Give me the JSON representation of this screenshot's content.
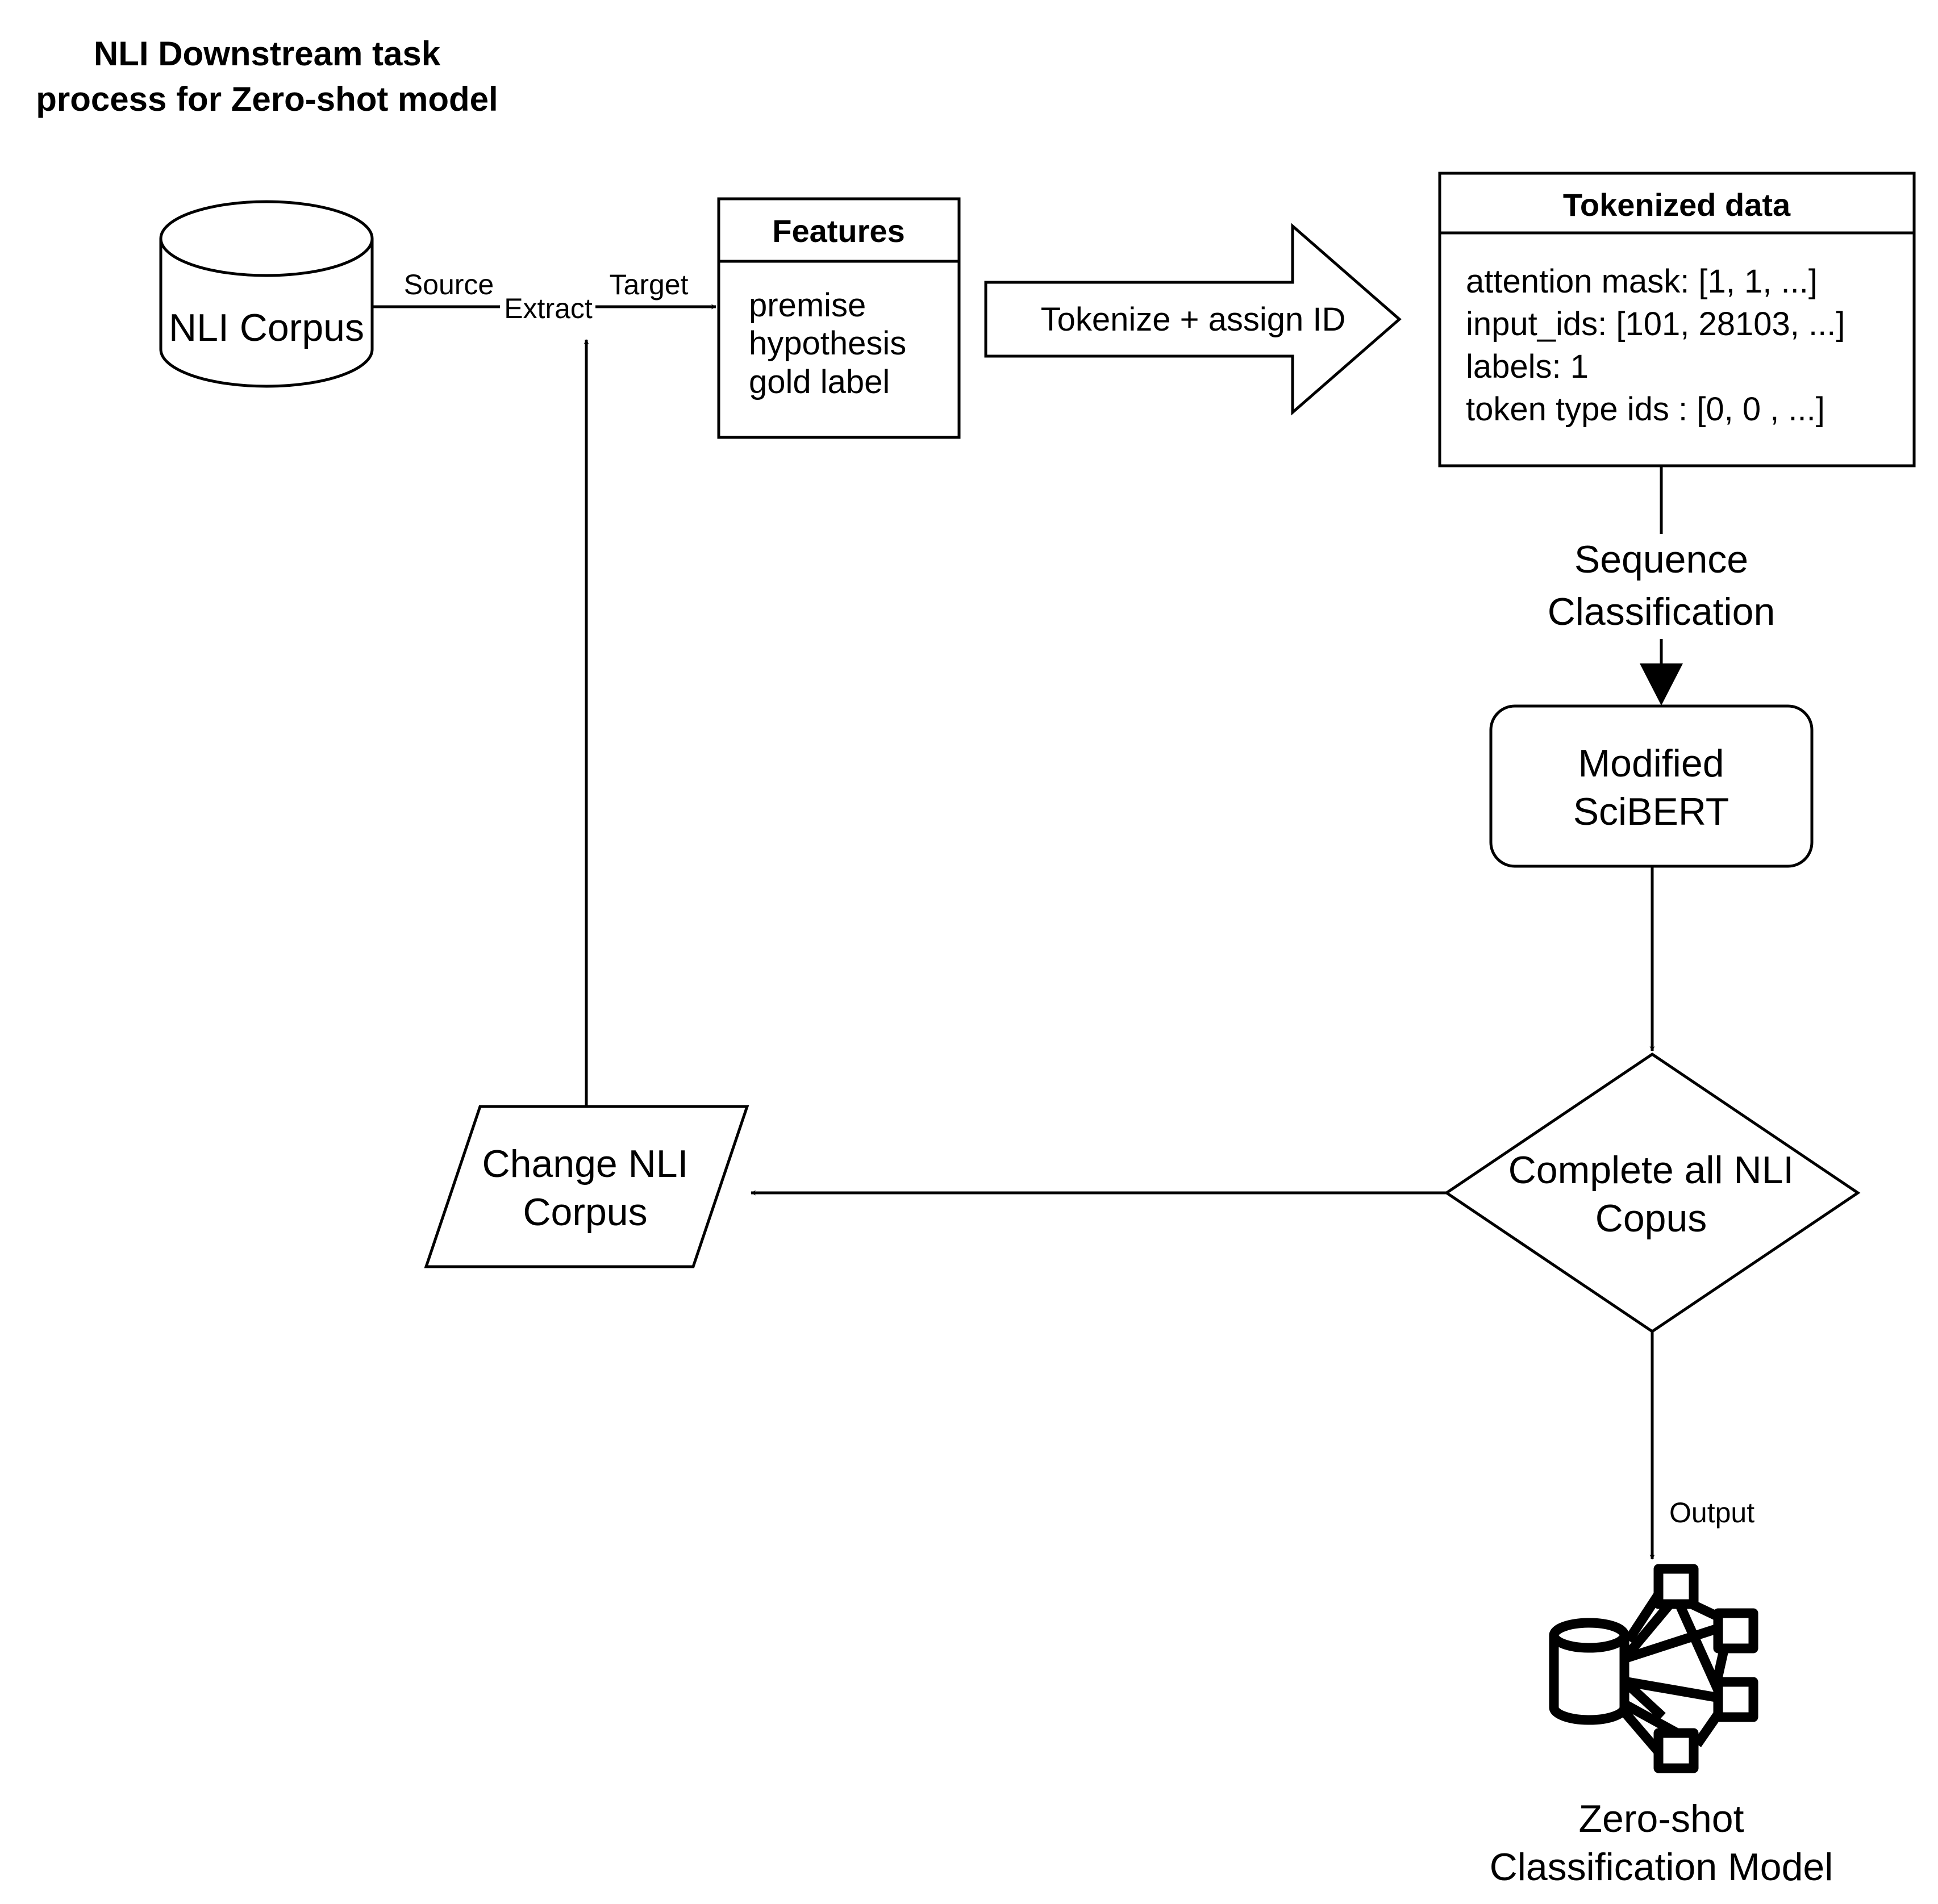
{
  "title": {
    "line1": "NLI Downstream task",
    "line2": "process for Zero-shot model"
  },
  "corpus": {
    "label": "NLI Corpus"
  },
  "extract_edge": {
    "source": "Source",
    "label": "Extract",
    "target": "Target"
  },
  "features": {
    "header": "Features",
    "items": [
      "premise",
      "hypothesis",
      "gold label"
    ]
  },
  "tokenize_arrow": {
    "label": "Tokenize + assign ID"
  },
  "tokenized": {
    "header": "Tokenized data",
    "items": [
      "attention mask: [1, 1, ...]",
      "input_ids: [101, 28103, ...]",
      "labels: 1",
      "token type ids : [0, 0 , ...]"
    ]
  },
  "seq_class": {
    "line1": "Sequence",
    "line2": "Classification"
  },
  "model": {
    "line1": "Modified",
    "line2": "SciBERT"
  },
  "decision": {
    "line1": "Complete all NLI",
    "line2": "Copus"
  },
  "change": {
    "line1": "Change NLI",
    "line2": "Corpus"
  },
  "output_edge": {
    "label": "Output"
  },
  "final": {
    "icon": "database-network-icon",
    "line1": "Zero-shot",
    "line2": "Classification Model"
  }
}
